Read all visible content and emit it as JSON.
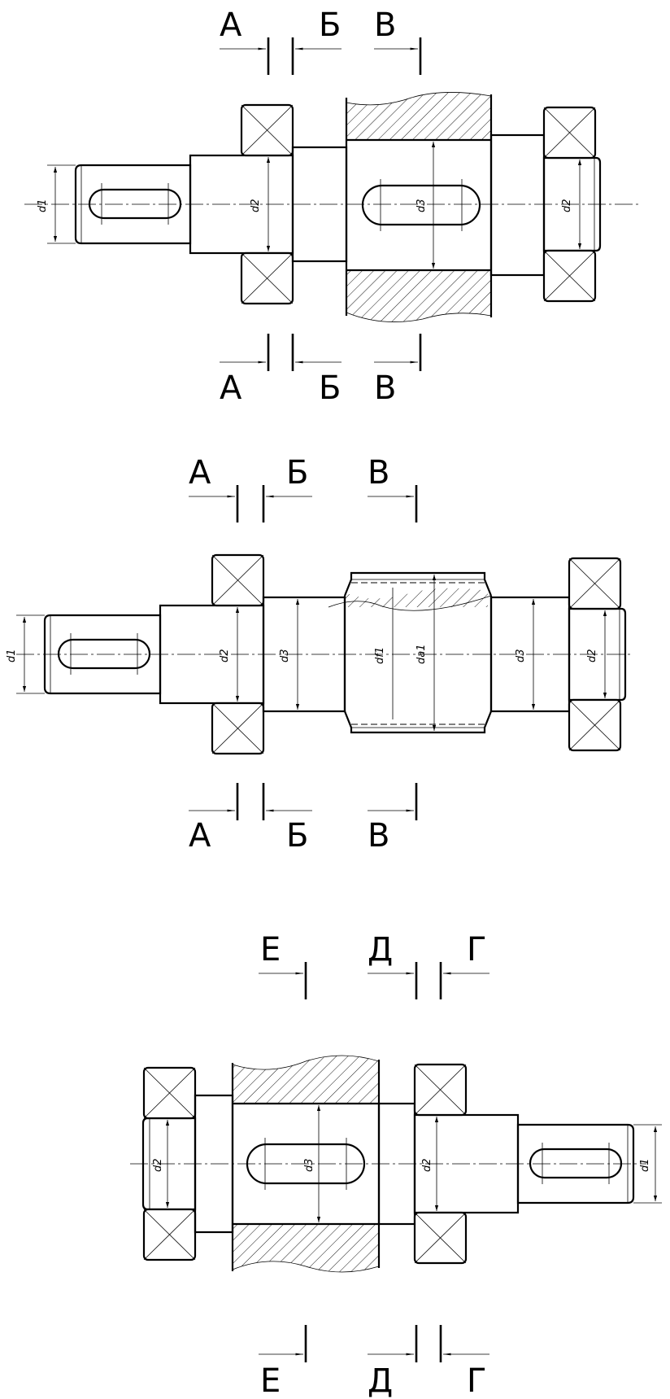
{
  "figures": [
    {
      "id": "shaft-1",
      "section_labels": [
        "А",
        "Б",
        "В"
      ],
      "dimension_labels": [
        "d1",
        "d2",
        "d3",
        "d2"
      ]
    },
    {
      "id": "shaft-2",
      "section_labels": [
        "А",
        "Б",
        "В"
      ],
      "dimension_labels": [
        "d1",
        "d2",
        "d3",
        "df1",
        "da1",
        "d3",
        "d2"
      ]
    },
    {
      "id": "shaft-3",
      "section_labels": [
        "Е",
        "Д",
        "Г"
      ],
      "dimension_labels": [
        "d2",
        "d3",
        "d2",
        "d1"
      ]
    }
  ]
}
